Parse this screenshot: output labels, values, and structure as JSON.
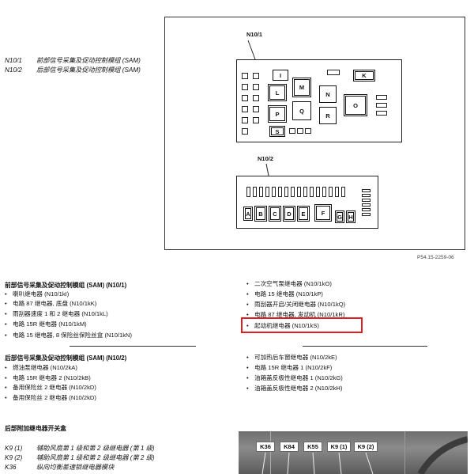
{
  "legend": [
    {
      "code": "N10/1",
      "desc": "前部信号采集及促动控制模组 (SAM)"
    },
    {
      "code": "N10/2",
      "desc": "后部信号采集及促动控制模组 (SAM)"
    }
  ],
  "diagram": {
    "top_label": "N10/1",
    "bottom_label": "N10/2",
    "top_relays": [
      "I",
      "L",
      "M",
      "N",
      "K",
      "P",
      "Q",
      "R",
      "O",
      "S"
    ],
    "bottom_relays": [
      "A",
      "B",
      "C",
      "D",
      "E",
      "F",
      "G",
      "H"
    ],
    "figure_ref": "P54.15-2259-06"
  },
  "front_sam": {
    "title": "前部信号采集及促动控制模组 (SAM) (N10/1)",
    "left_items": [
      "喇叭继电器 (N10/1kI)",
      "电路 87 继电器, 底盘 (N10/1kK)",
      "雨刮器速度 1 和 2 继电器 (N10/1kL)",
      "电路 15R 继电器 (N10/1kM)",
      "电路 15 继电器, 8 保险丝保险丝盒 (N10/1kN)"
    ],
    "right_items": [
      "二次空气泵继电器 (N10/1kO)",
      "电路 15 继电器 (N10/1kP)",
      "雨刮器开启/关闭继电器 (N10/1kQ)",
      "电路 87 继电器, 发动机 (N10/1kR)",
      "起动机继电器 (N10/1kS)"
    ]
  },
  "rear_sam": {
    "title": "后部信号采集及促动控制模组 (SAM) (N10/2)",
    "left_items": [
      "燃油泵继电器 (N10/2kA)",
      "电路 15R 继电器 2 (N10/2kB)",
      "备用保险丝 2 继电器 (N10/2kD)",
      "备用保险丝 2 继电器 (N10/2kD)"
    ],
    "right_items": [
      "可加热后车窗继电器 (N10/2kE)",
      "电路 15R 继电器 1 (N10/2kF)",
      "油箱盖反极性继电器 1 (N10/2kG)",
      "油箱盖反极性继电器 2 (N10/2kH)"
    ]
  },
  "extra": {
    "title": "后部附加继电器开关盒",
    "items": [
      {
        "code": "K9 (1)",
        "desc": "辅助风扇第 1 级和第 2 级继电器 (第 1 级)"
      },
      {
        "code": "K9 (2)",
        "desc": "辅助风扇第 1 级和第 2 级继电器 (第 2 级)"
      },
      {
        "code": "K36",
        "desc": "纵向均衡差速锁继电器模块"
      }
    ]
  },
  "photo_tags": [
    "K36",
    "K84",
    "K55",
    "K9 (1)",
    "K9 (2)"
  ],
  "highlight_color": "#e02020"
}
